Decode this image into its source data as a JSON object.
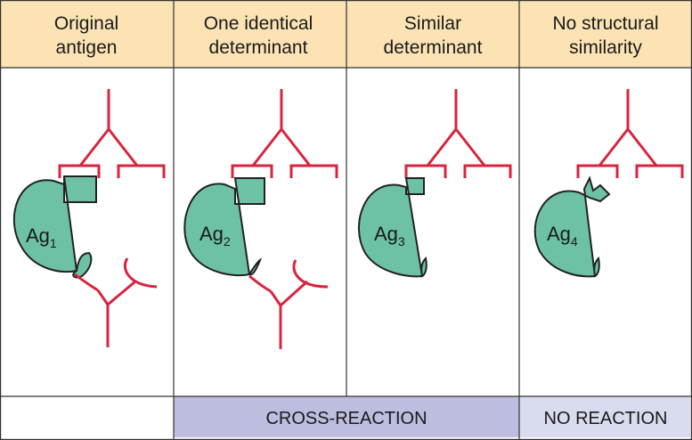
{
  "columns": [
    {
      "header": [
        "Original",
        "antigen"
      ],
      "antigen_label": "Ag",
      "antigen_sub": "1"
    },
    {
      "header": [
        "One identical",
        "determinant"
      ],
      "antigen_label": "Ag",
      "antigen_sub": "2"
    },
    {
      "header": [
        "Similar",
        "determinant"
      ],
      "antigen_label": "Ag",
      "antigen_sub": "3"
    },
    {
      "header": [
        "No structural",
        "similarity"
      ],
      "antigen_label": "Ag",
      "antigen_sub": "4"
    }
  ],
  "footer": {
    "cross_reaction": "CROSS-REACTION",
    "no_reaction": "NO REACTION"
  },
  "colors": {
    "header_bg": "#fbe3b4",
    "antigen_fill": "#6dc2a6",
    "antibody_stroke": "#d8243c",
    "cross_reaction_bg": "#bcbddf",
    "no_reaction_bg": "#d9dcee",
    "border": "#333333"
  }
}
